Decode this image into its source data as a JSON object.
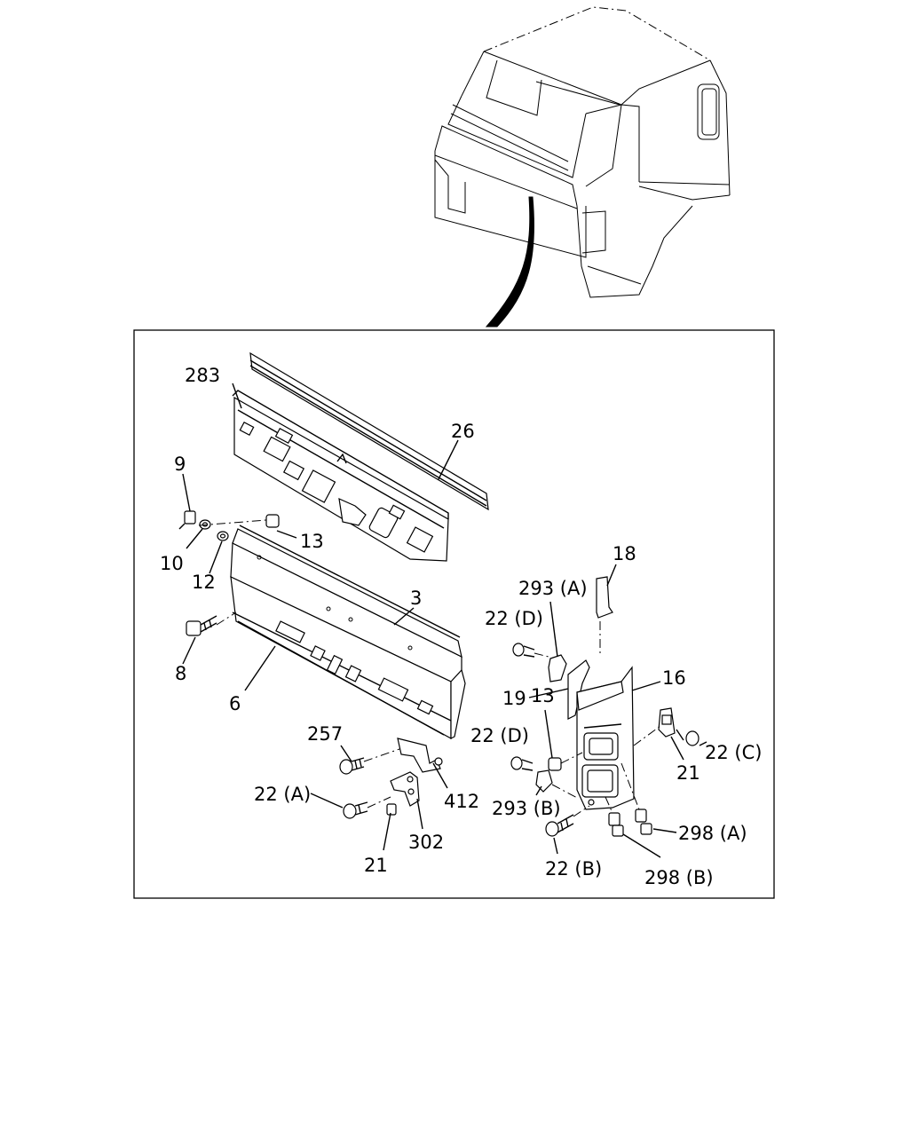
{
  "labels": {
    "p283": "283",
    "p26": "26",
    "p9": "9",
    "p13a": "13",
    "p10": "10",
    "p12": "12",
    "p3": "3",
    "p8": "8",
    "p6": "6",
    "p257": "257",
    "p412": "412",
    "p22A": "22 (A)",
    "p21a": "21",
    "p302": "302",
    "p18": "18",
    "p293A": "293 (A)",
    "p22D_top": "22 (D)",
    "p16": "16",
    "p19": "19",
    "p13b": "13",
    "p22D_mid": "22 (D)",
    "p293B": "293 (B)",
    "p22B": "22 (B)",
    "p22C": "22 (C)",
    "p21b": "21",
    "p298A": "298 (A)",
    "p298B": "298 (B)"
  }
}
